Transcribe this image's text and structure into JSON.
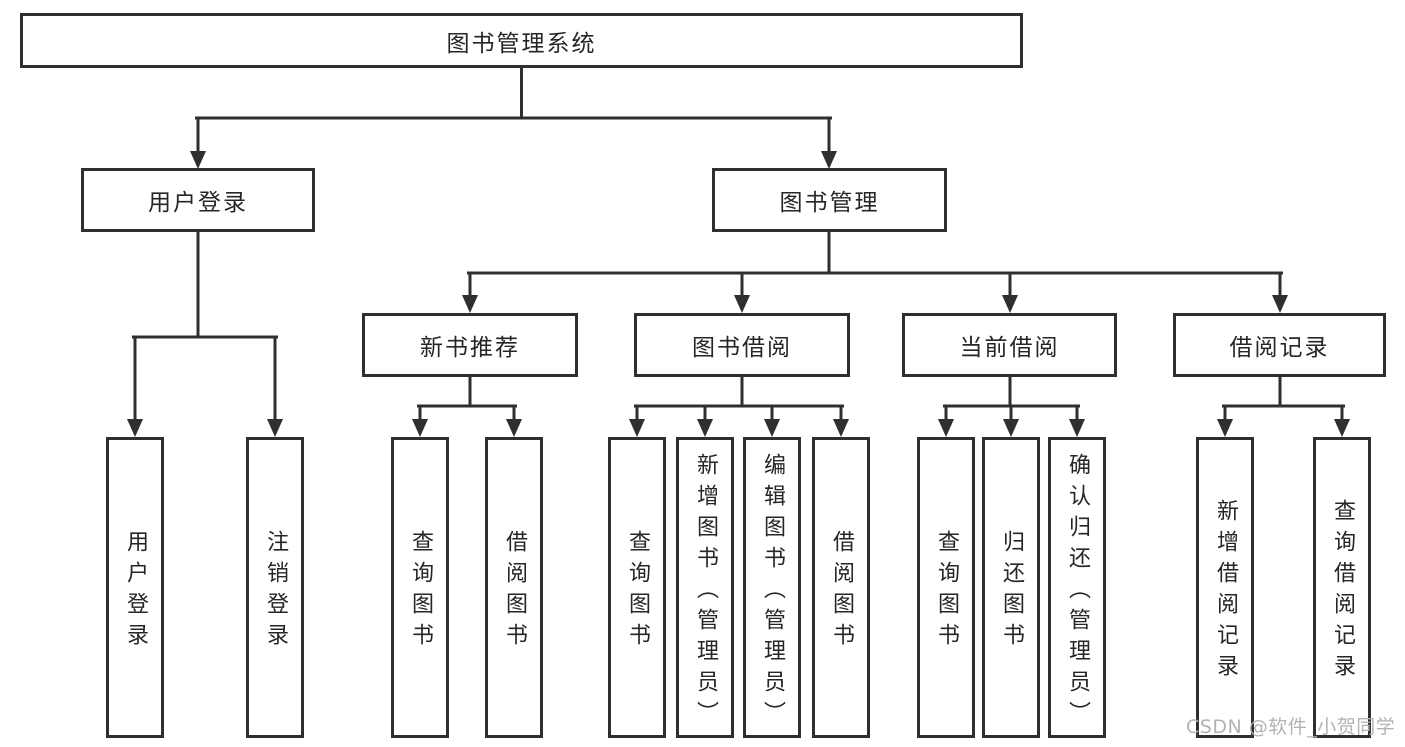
{
  "diagram": {
    "type": "hierarchy-diagram",
    "colors": {
      "line": "#2f2f2f",
      "box_border": "#2f2f2f",
      "text": "#262626",
      "background": "#ffffff",
      "watermark": "#b3b3b3"
    },
    "tree": {
      "root": {
        "label": "图书管理系统",
        "children": [
          {
            "label": "用户登录",
            "children": [
              {
                "label": "用户登录"
              },
              {
                "label": "注销登录"
              }
            ]
          },
          {
            "label": "图书管理",
            "children": [
              {
                "label": "新书推荐",
                "children": [
                  {
                    "label": "查询图书"
                  },
                  {
                    "label": "借阅图书"
                  }
                ]
              },
              {
                "label": "图书借阅",
                "children": [
                  {
                    "label": "查询图书"
                  },
                  {
                    "label": "新增图书（管理员）"
                  },
                  {
                    "label": "编辑图书（管理员）"
                  },
                  {
                    "label": "借阅图书"
                  }
                ]
              },
              {
                "label": "当前借阅",
                "children": [
                  {
                    "label": "查询图书"
                  },
                  {
                    "label": "归还图书"
                  },
                  {
                    "label": "确认归还（管理员）"
                  }
                ]
              },
              {
                "label": "借阅记录",
                "children": [
                  {
                    "label": "新增借阅记录"
                  },
                  {
                    "label": "查询借阅记录"
                  }
                ]
              }
            ]
          }
        ]
      }
    },
    "watermark": {
      "text": "CSDN @软件_小贺同学"
    }
  }
}
